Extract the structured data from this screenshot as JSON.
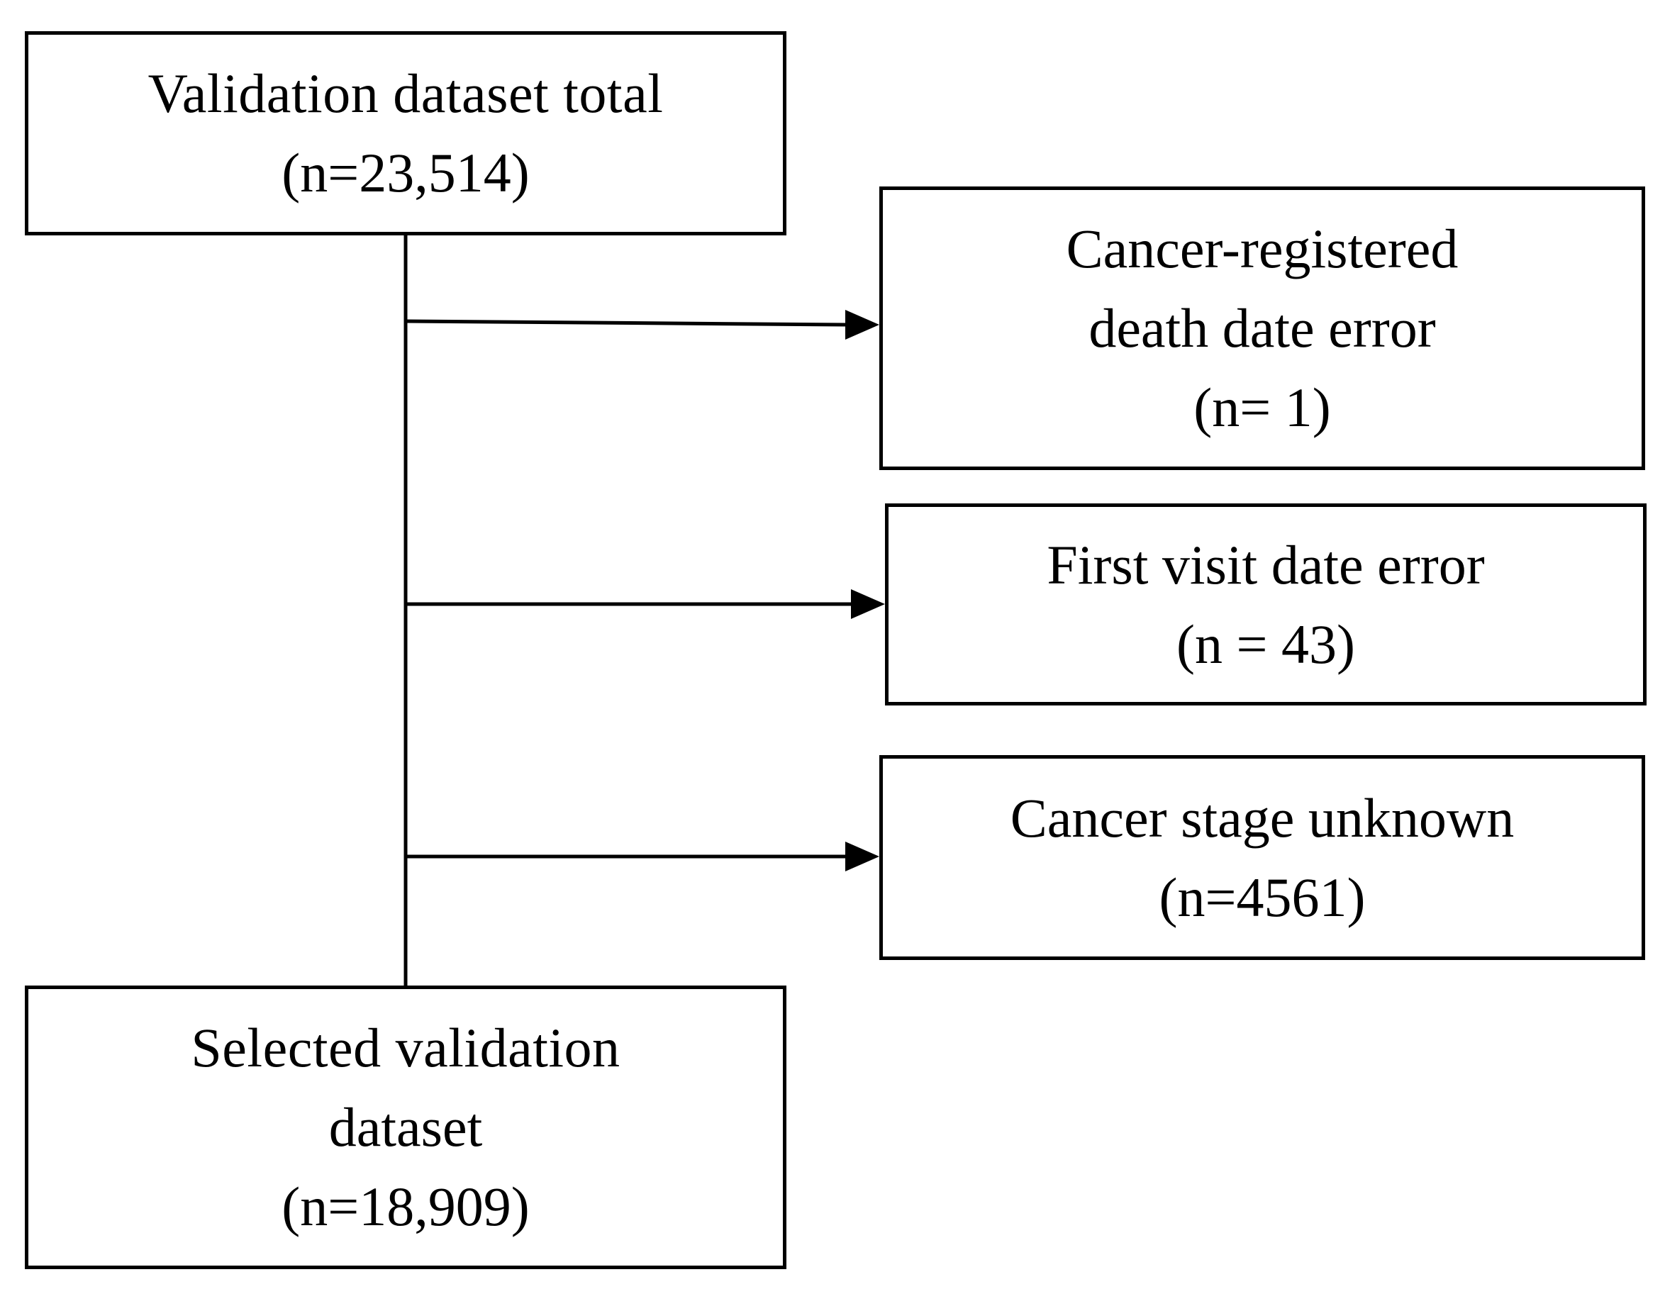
{
  "diagram": {
    "nodes": {
      "total": {
        "lines": [
          "Validation dataset total",
          "(n=23,514)"
        ]
      },
      "death_date_error": {
        "lines": [
          "Cancer-registered",
          "death date error",
          "(n= 1)"
        ]
      },
      "first_visit_error": {
        "lines": [
          "First visit date error",
          "(n = 43)"
        ]
      },
      "stage_unknown": {
        "lines": [
          "Cancer stage unknown",
          "(n=4561)"
        ]
      },
      "selected": {
        "lines": [
          "Selected validation",
          "dataset",
          "(n=18,909)"
        ]
      }
    },
    "edges": [
      {
        "from": "total",
        "to": "death_date_error",
        "kind": "exclusion-arrow"
      },
      {
        "from": "total",
        "to": "first_visit_error",
        "kind": "exclusion-arrow"
      },
      {
        "from": "total",
        "to": "stage_unknown",
        "kind": "exclusion-arrow"
      },
      {
        "from": "total",
        "to": "selected",
        "kind": "trunk-line"
      }
    ],
    "colors": {
      "stroke": "#000000",
      "background": "#ffffff"
    }
  }
}
